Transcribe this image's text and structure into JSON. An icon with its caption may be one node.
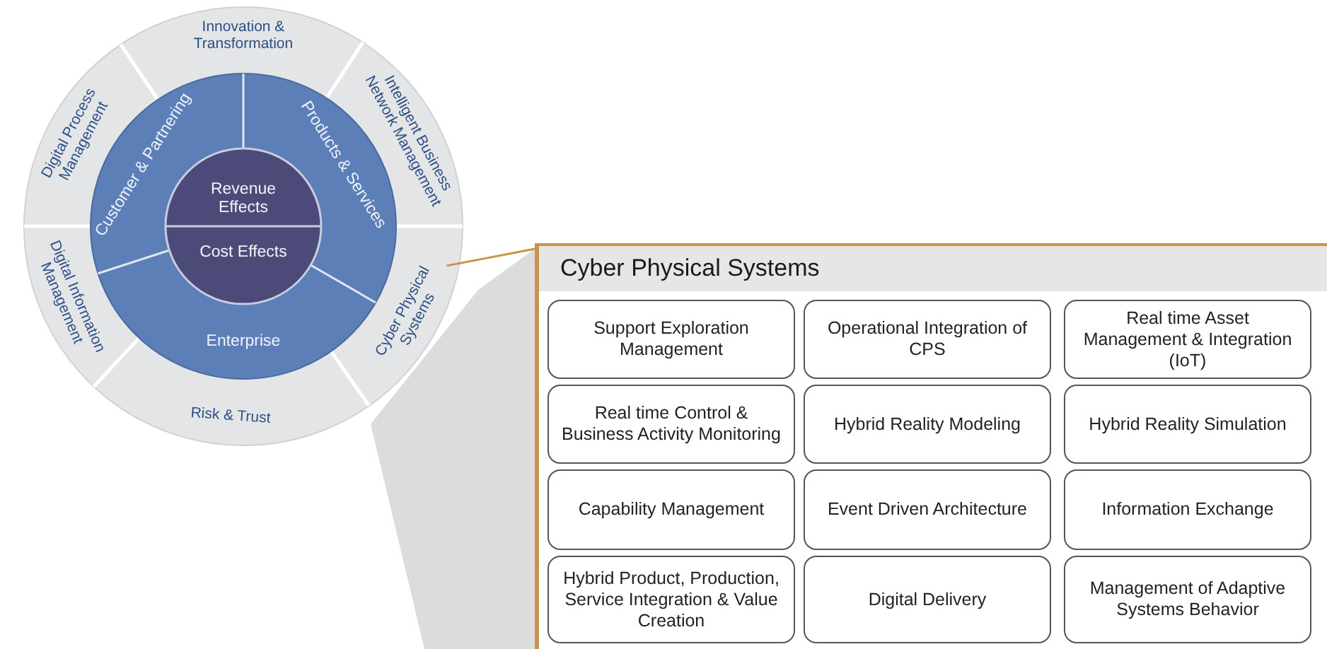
{
  "diagram": {
    "nodes": [
      {
        "text": [
          "Innovation & Transformation"
        ]
      },
      {
        "text": [
          "Intelligent Business Network Management"
        ]
      },
      {
        "text": [
          "Cyber Physical Systems"
        ]
      },
      {
        "text": [
          "Risk & Trust"
        ]
      },
      {
        "text": [
          "Digital Information Management"
        ]
      },
      {
        "text": [
          "Digital Process Management"
        ]
      },
      {
        "text": [
          "Customer & Partnering"
        ]
      },
      {
        "text": [
          "Products & Services"
        ]
      },
      {
        "text": [
          "Enterprise"
        ]
      },
      {
        "text": [
          "Revenue Effects"
        ]
      },
      {
        "text": [
          "Cost Effects"
        ]
      },
      {
        "text": [
          "Cyber Physical Systems"
        ]
      },
      {
        "text": [
          "Support Exploration Management"
        ],
        "in": 11
      },
      {
        "text": [
          "Operational Integration of CPS"
        ],
        "in": 11
      },
      {
        "text": [
          "Real time Asset Management & Integration (IoT)"
        ],
        "in": 11
      },
      {
        "text": [
          "Real time Control & Business Activity Monitoring"
        ],
        "in": 11
      },
      {
        "text": [
          "Hybrid Reality Modeling"
        ],
        "in": 11
      },
      {
        "text": [
          "Hybrid Reality Simulation"
        ],
        "in": 11
      },
      {
        "text": [
          "Capability Management"
        ],
        "in": 11
      },
      {
        "text": [
          "Event Driven Architecture"
        ],
        "in": 11
      },
      {
        "text": [
          "Information Exchange"
        ],
        "in": 11
      },
      {
        "text": [
          "Hybrid Product, Production, Service Integration & Value Creation"
        ],
        "in": 11
      },
      {
        "text": [
          "Digital Delivery"
        ],
        "in": 11
      },
      {
        "text": [
          "Management of Adaptive Systems Behavior"
        ],
        "in": 11
      }
    ],
    "edges": [
      {
        "from": 2,
        "to": 11,
        "arrow": "none"
      }
    ]
  }
}
